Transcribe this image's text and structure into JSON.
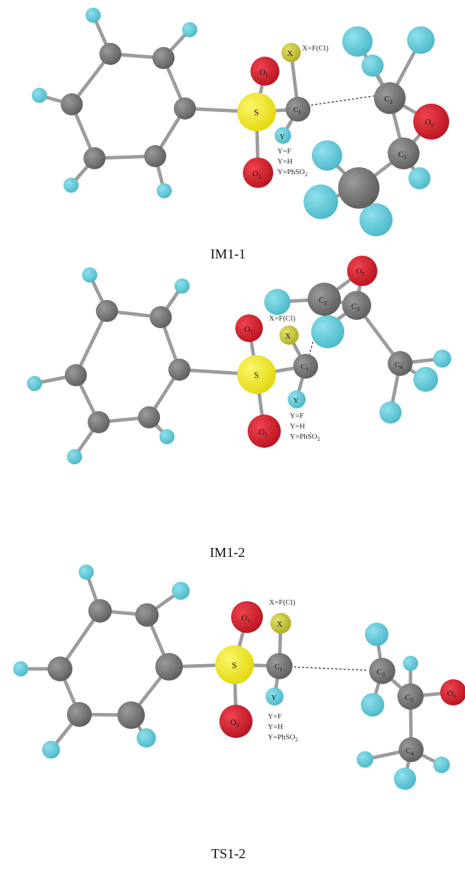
{
  "colors": {
    "carbon": "#6e6e6e",
    "hydrogen": "#5ec8d8",
    "oxygen": "#d01c2a",
    "sulfur": "#f2ea1c",
    "halogen": "#c8c63a",
    "bond": "#bdbdbd"
  },
  "labels": {
    "S": "S",
    "O1": "O",
    "O2": "O",
    "O_sub1": "1",
    "O_sub2": "2",
    "X": "X",
    "Y": "Y",
    "C1": "C",
    "C1_sub": "1",
    "C2": "C",
    "C2_sub": "2",
    "C3": "C",
    "C3_sub": "3",
    "C4": "C",
    "C4_sub": "4",
    "Ox": "O",
    "Ox_sub_a": "a",
    "Ox_sub_1": "1",
    "Ox_sub_3": "3",
    "x_note": "X=F(Cl)",
    "y_note_1": "Y=F",
    "y_note_2": "Y=H",
    "y_note_3": "Y=PhSO",
    "y_note_3_sub": "2"
  },
  "panels": [
    {
      "caption": "IM1-1"
    },
    {
      "caption": "IM1-2"
    },
    {
      "caption": "TS1-2"
    }
  ]
}
